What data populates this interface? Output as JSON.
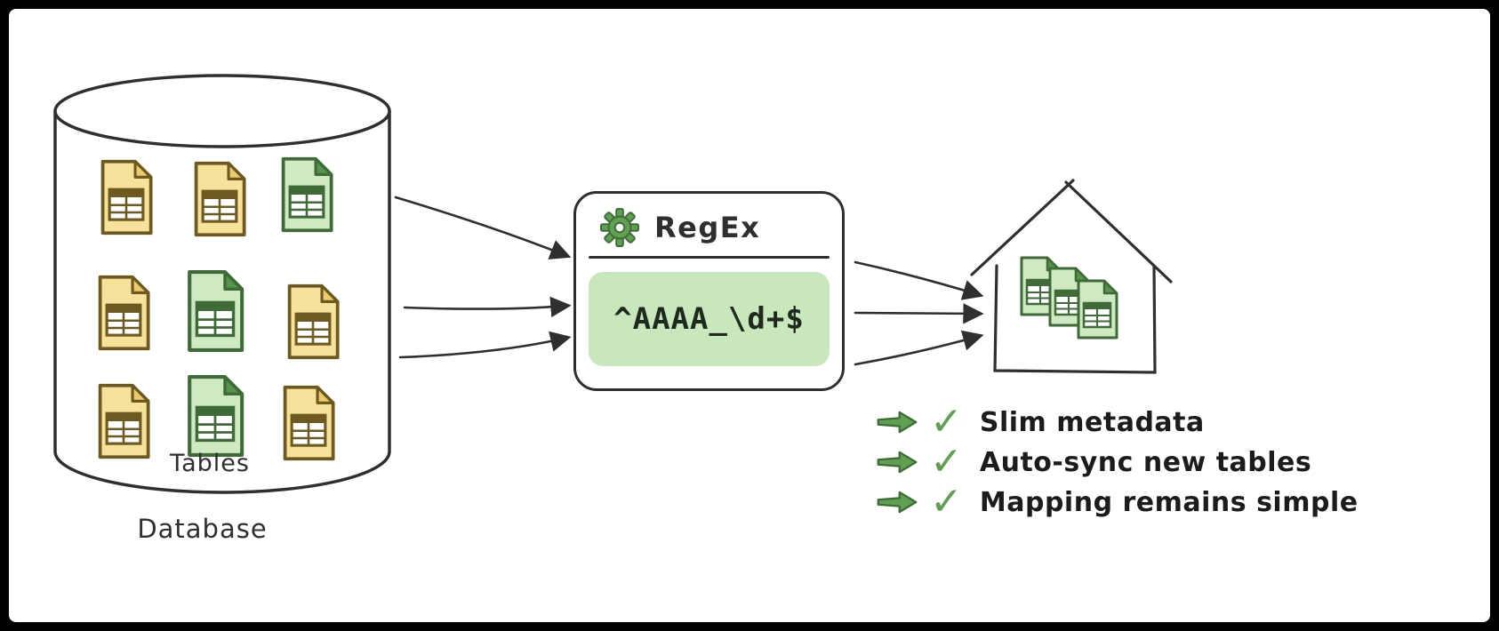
{
  "database": {
    "caption": "Database",
    "tables_label": "Tables",
    "grid": [
      [
        "yellow",
        "yellow",
        "green"
      ],
      [
        "yellow",
        "green",
        "yellow"
      ],
      [
        "yellow",
        "green",
        "yellow"
      ]
    ]
  },
  "regex_box": {
    "title": "RegEx",
    "pattern": "^AAAA_\\d+$"
  },
  "warehouse": {
    "docs": [
      "green",
      "green",
      "green"
    ]
  },
  "checklist": {
    "check_glyph": "✓",
    "items": [
      {
        "text": "Slim metadata"
      },
      {
        "text": "Auto-sync new tables"
      },
      {
        "text": "Mapping remains simple"
      }
    ]
  },
  "colors": {
    "frame": "#000000",
    "canvas": "#FFFFFF",
    "ink": "#2F2F2F",
    "yellow_body": "#F7E29B",
    "yellow_fold": "#EBCB6E",
    "yellow_stroke": "#6C5A20",
    "green_body": "#CFE9C3",
    "green_fold": "#57934B",
    "green_stroke": "#3E6B38",
    "green_accent": "#5FA052",
    "regex_bg": "#C9E7BC"
  }
}
